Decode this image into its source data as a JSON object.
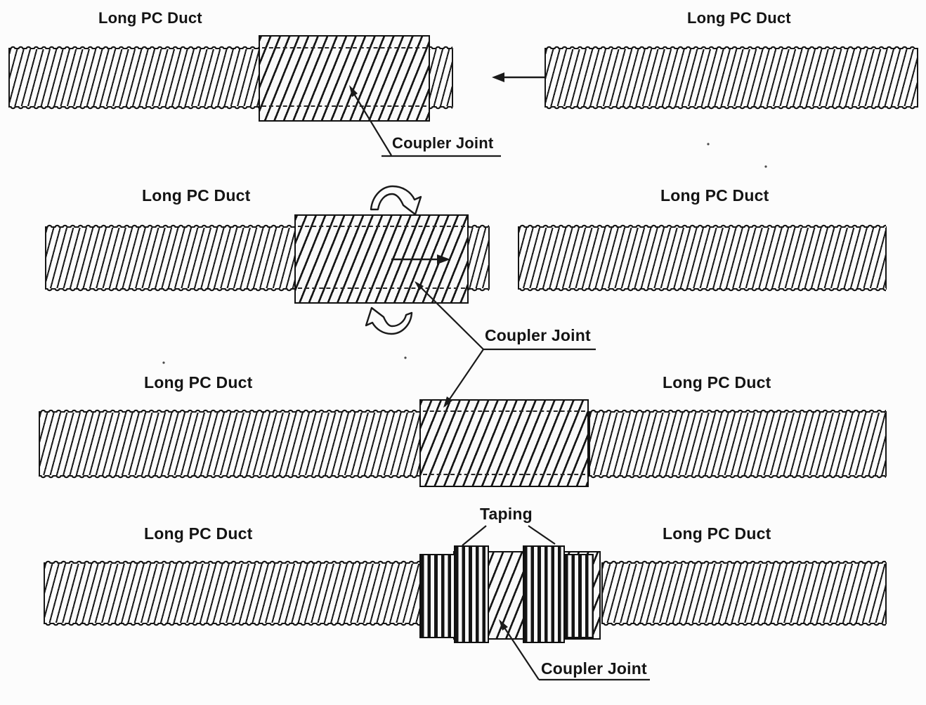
{
  "figure": {
    "description_labels_only": "Sequence of joining two corrugated PC ducts with a coupler joint",
    "colors": {
      "ink": "#1a1a1a",
      "paper": "#fcfcfc"
    },
    "steps": [
      {
        "left_duct_label": "Long PC Duct",
        "right_duct_label": "Long PC Duct",
        "coupler_joint_label": "Coupler Joint"
      },
      {
        "left_duct_label": "Long PC Duct",
        "right_duct_label": "Long PC Duct",
        "coupler_joint_label": "Coupler Joint"
      },
      {
        "left_duct_label": "Long PC Duct",
        "right_duct_label": "Long PC Duct"
      },
      {
        "left_duct_label": "Long PC Duct",
        "right_duct_label": "Long PC Duct",
        "taping_label": "Taping",
        "coupler_joint_label": "Coupler Joint"
      }
    ]
  }
}
